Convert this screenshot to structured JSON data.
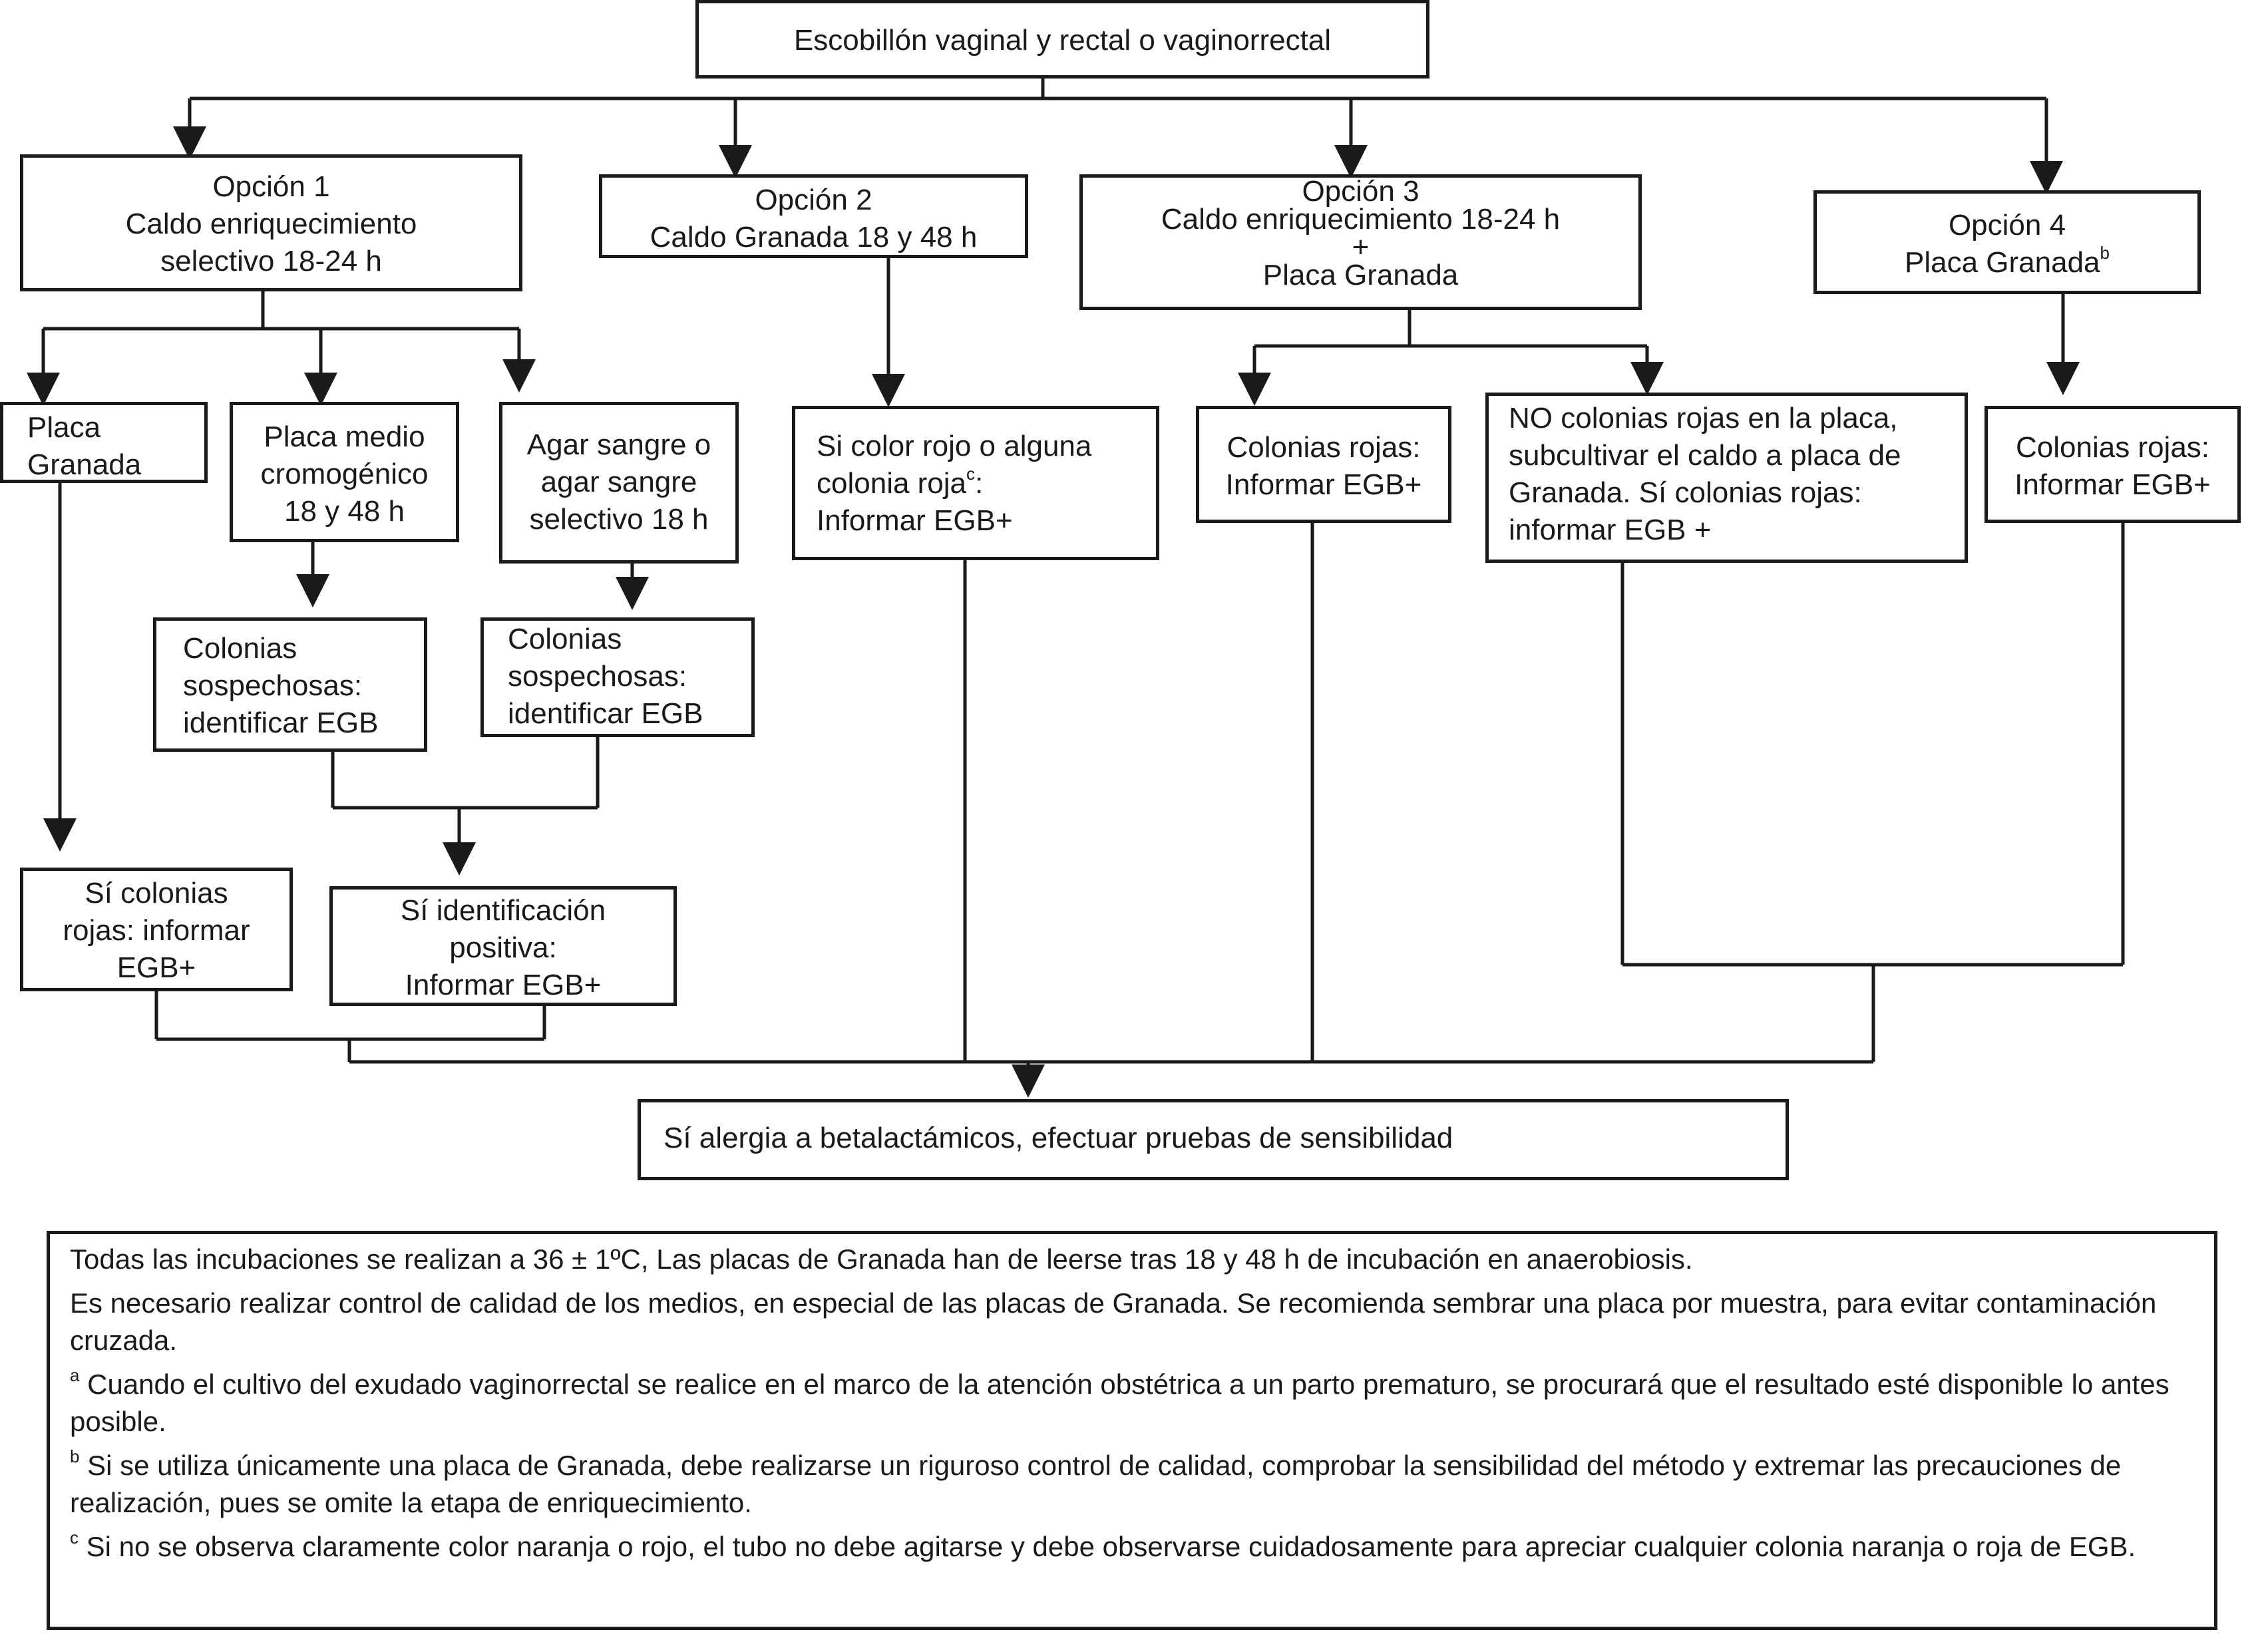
{
  "nodes": {
    "root": "Escobillón vaginal y rectal o vaginorrectal",
    "opt1": "Opción 1\nCaldo enriquecimiento\nselectivo 18-24 h",
    "opt2": "Opción 2\nCaldo Granada 18 y 48 h",
    "opt3": "Opción 3\nCaldo enriquecimiento  18-24 h\n+\nPlaca Granada",
    "opt4_text": "Opción 4\nPlaca Granada",
    "opt4_sup": "b",
    "placa_granada": "Placa\nGranada",
    "placa_cromo": "Placa medio\ncromogénico\n18 y 48 h",
    "agar_sangre": "Agar sangre o\nagar sangre\nselectivo 18 h",
    "rojo_pre": "Si color rojo o alguna\ncolonia roja",
    "rojo_sup": "c",
    "rojo_post": ":\nInformar EGB+",
    "col_rojas_3": "Colonias rojas:\nInformar EGB+",
    "no_col_rojas": "NO colonias rojas en la placa,\nsubcultivar el caldo a placa de\nGranada. Sí colonias rojas:\ninformar EGB +",
    "col_rojas_4": "Colonias rojas:\nInformar EGB+",
    "sosp1": "Colonias\nsospechosas:\nidentificar EGB",
    "sosp2": "Colonias\nsospechosas:\nidentificar EGB",
    "si_col_rojas": "Sí colonias\nrojas: informar\nEGB+",
    "si_ident": "Sí identificación\npositiva:\nInformar EGB+",
    "alergia": "Sí alergia a betalactámicos, efectuar pruebas de sensibilidad"
  },
  "notes": {
    "line1": "Todas las incubaciones se realizan a 36 ± 1ºC, Las placas de Granada han de leerse tras 18 y 48 h de incubación en anaerobiosis.",
    "line2": "Es necesario realizar control de calidad de los medios, en especial de las placas de Granada. Se recomienda sembrar una placa por muestra, para evitar contaminación cruzada.",
    "a_mark": "a",
    "a_text": " Cuando el cultivo del exudado vaginorrectal se realice en el marco de la atención obstétrica a un parto prematuro, se procurará que el resultado esté disponible lo antes posible.",
    "b_mark": "b",
    "b_text": " Si se utiliza únicamente una placa de Granada, debe realizarse un riguroso control de calidad, comprobar la sensibilidad del método y extremar las precauciones de realización,  pues se omite la etapa de enriquecimiento.",
    "c_mark": "c",
    "c_text": " Si no se observa claramente color naranja o rojo, el tubo no debe agitarse y debe observarse cuidadosamente para apreciar cualquier colonia naranja o roja de EGB."
  }
}
